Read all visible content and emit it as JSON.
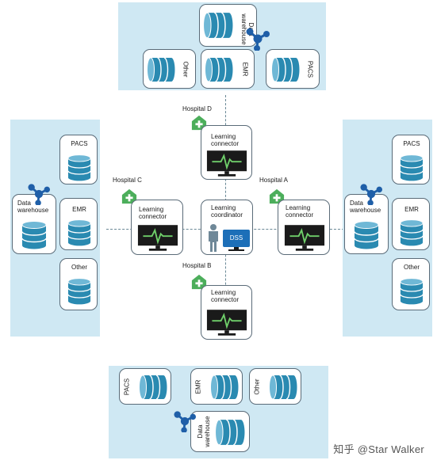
{
  "colors": {
    "panel": "#cfe8f3",
    "db_fill": "#2a8ab1",
    "db_dark": "#1d6c8d",
    "hospital_icon": "#4cae5b",
    "dss_badge": "#1d6fb8",
    "monitor": "#1a1a1a",
    "heartbeat": "#6fcf6a",
    "network_icon": "#1f5fa8"
  },
  "top_panel": {
    "data_warehouse": "Data warehouse",
    "other": "Other",
    "emr": "EMR",
    "pacs": "PACS"
  },
  "left_panel": {
    "pacs": "PACS",
    "data_warehouse": "Data warehouse",
    "emr": "EMR",
    "other": "Other"
  },
  "right_panel": {
    "pacs": "PACS",
    "data_warehouse": "Data warehouse",
    "emr": "EMR",
    "other": "Other"
  },
  "bottom_panel": {
    "pacs": "PACS",
    "emr": "EMR",
    "other": "Other",
    "data_warehouse": "Data warehouse"
  },
  "hospitals": {
    "d": {
      "name": "Hospital D",
      "connector": "Learning connector"
    },
    "c": {
      "name": "Hospital C",
      "connector": "Learning connector"
    },
    "a": {
      "name": "Hospital A",
      "connector": "Learning connector"
    },
    "b": {
      "name": "Hospital B",
      "connector": "Learning connector"
    }
  },
  "coordinator": {
    "label": "Learning coordinator",
    "dss": "DSS"
  },
  "watermark": "知乎 @Star Walker"
}
